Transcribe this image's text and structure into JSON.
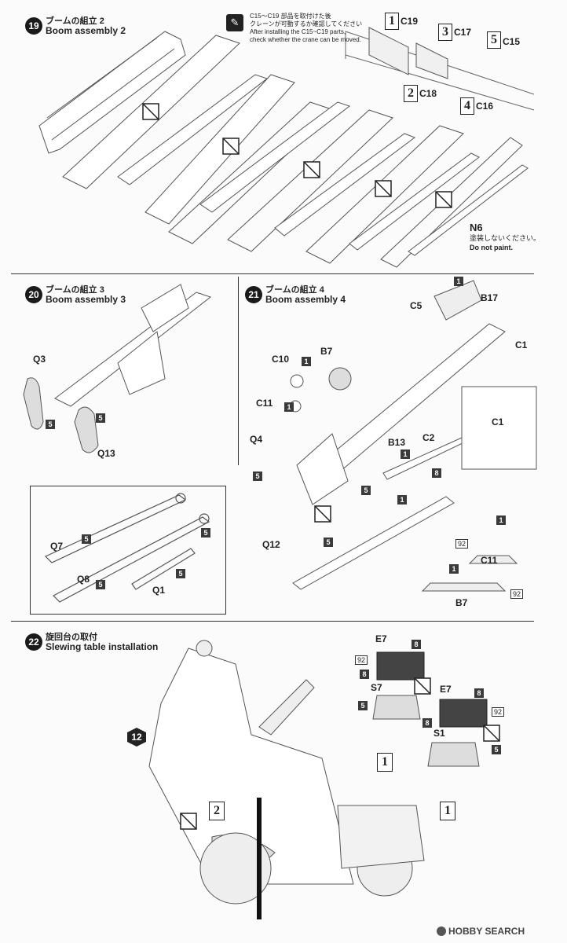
{
  "steps": [
    {
      "num": "19",
      "jp": "ブームの組立 2",
      "en": "Boom assembly 2"
    },
    {
      "num": "20",
      "jp": "ブームの組立 3",
      "en": "Boom assembly 3"
    },
    {
      "num": "21",
      "jp": "ブームの組立 4",
      "en": "Boom assembly 4"
    },
    {
      "num": "22",
      "jp": "旋回台の取付",
      "en": "Slewing table installation"
    }
  ],
  "step19": {
    "note_jp_1": "C15～C19 部品を取付けた後",
    "note_jp_2": "クレーンが可動するか確認してください",
    "note_en_1": "After installing the C15~C19 parts,",
    "note_en_2": "check whether the crane can be moved.",
    "seq": [
      {
        "n": "1",
        "part": "C19"
      },
      {
        "n": "2",
        "part": "C18"
      },
      {
        "n": "3",
        "part": "C17"
      },
      {
        "n": "4",
        "part": "C16"
      },
      {
        "n": "5",
        "part": "C15"
      }
    ],
    "n6": "N6",
    "no_paint_jp": "塗装しないください。",
    "no_paint_en": "Do not paint."
  },
  "step20": {
    "q3": "Q3",
    "q13": "Q13",
    "c5": "5"
  },
  "step20b": {
    "q7": "Q7",
    "q8": "Q8",
    "q1": "Q1",
    "c5": "5"
  },
  "step21": {
    "c5": "C5",
    "b17": "B17",
    "c1": "C1",
    "c10": "C10",
    "b7": "B7",
    "c11": "C11",
    "q4": "Q4",
    "b13": "B13",
    "c2": "C2",
    "q12": "Q12",
    "c1b": "C1",
    "c11b": "C11",
    "b7b": "B7",
    "n92": "92",
    "one": "1",
    "five": "5",
    "eight": "8"
  },
  "step22": {
    "e7": "E7",
    "s7": "S7",
    "s1": "S1",
    "n12": "12",
    "n92": "92",
    "box1": "1",
    "box2": "2",
    "eight": "8",
    "five": "5"
  },
  "logo": "HOBBY SEARCH"
}
